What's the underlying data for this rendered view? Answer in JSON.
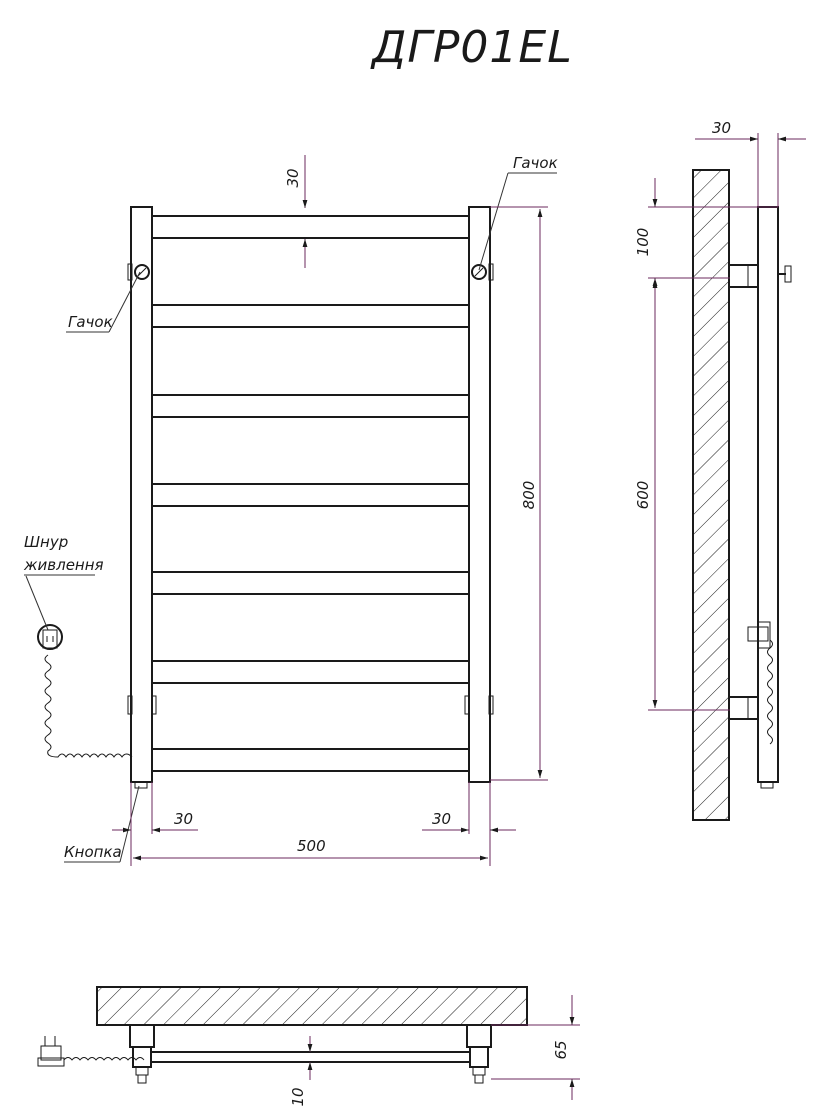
{
  "title": "ДГР01EL",
  "labels": {
    "hook_left": "Гачок",
    "hook_right": "Гачок",
    "power_cord_line1": "Шнур",
    "power_cord_line2": "живлення",
    "button": "Кнопка"
  },
  "dimensions": {
    "front_top_gap": "30",
    "front_height": "800",
    "front_side_left": "30",
    "front_side_right": "30",
    "front_width": "500",
    "side_offset": "30",
    "side_top": "100",
    "side_mount": "600",
    "top_depth": "65",
    "top_rail": "10"
  },
  "colors": {
    "line": "#1a1a1a",
    "dimension": "#6b2a5c"
  }
}
